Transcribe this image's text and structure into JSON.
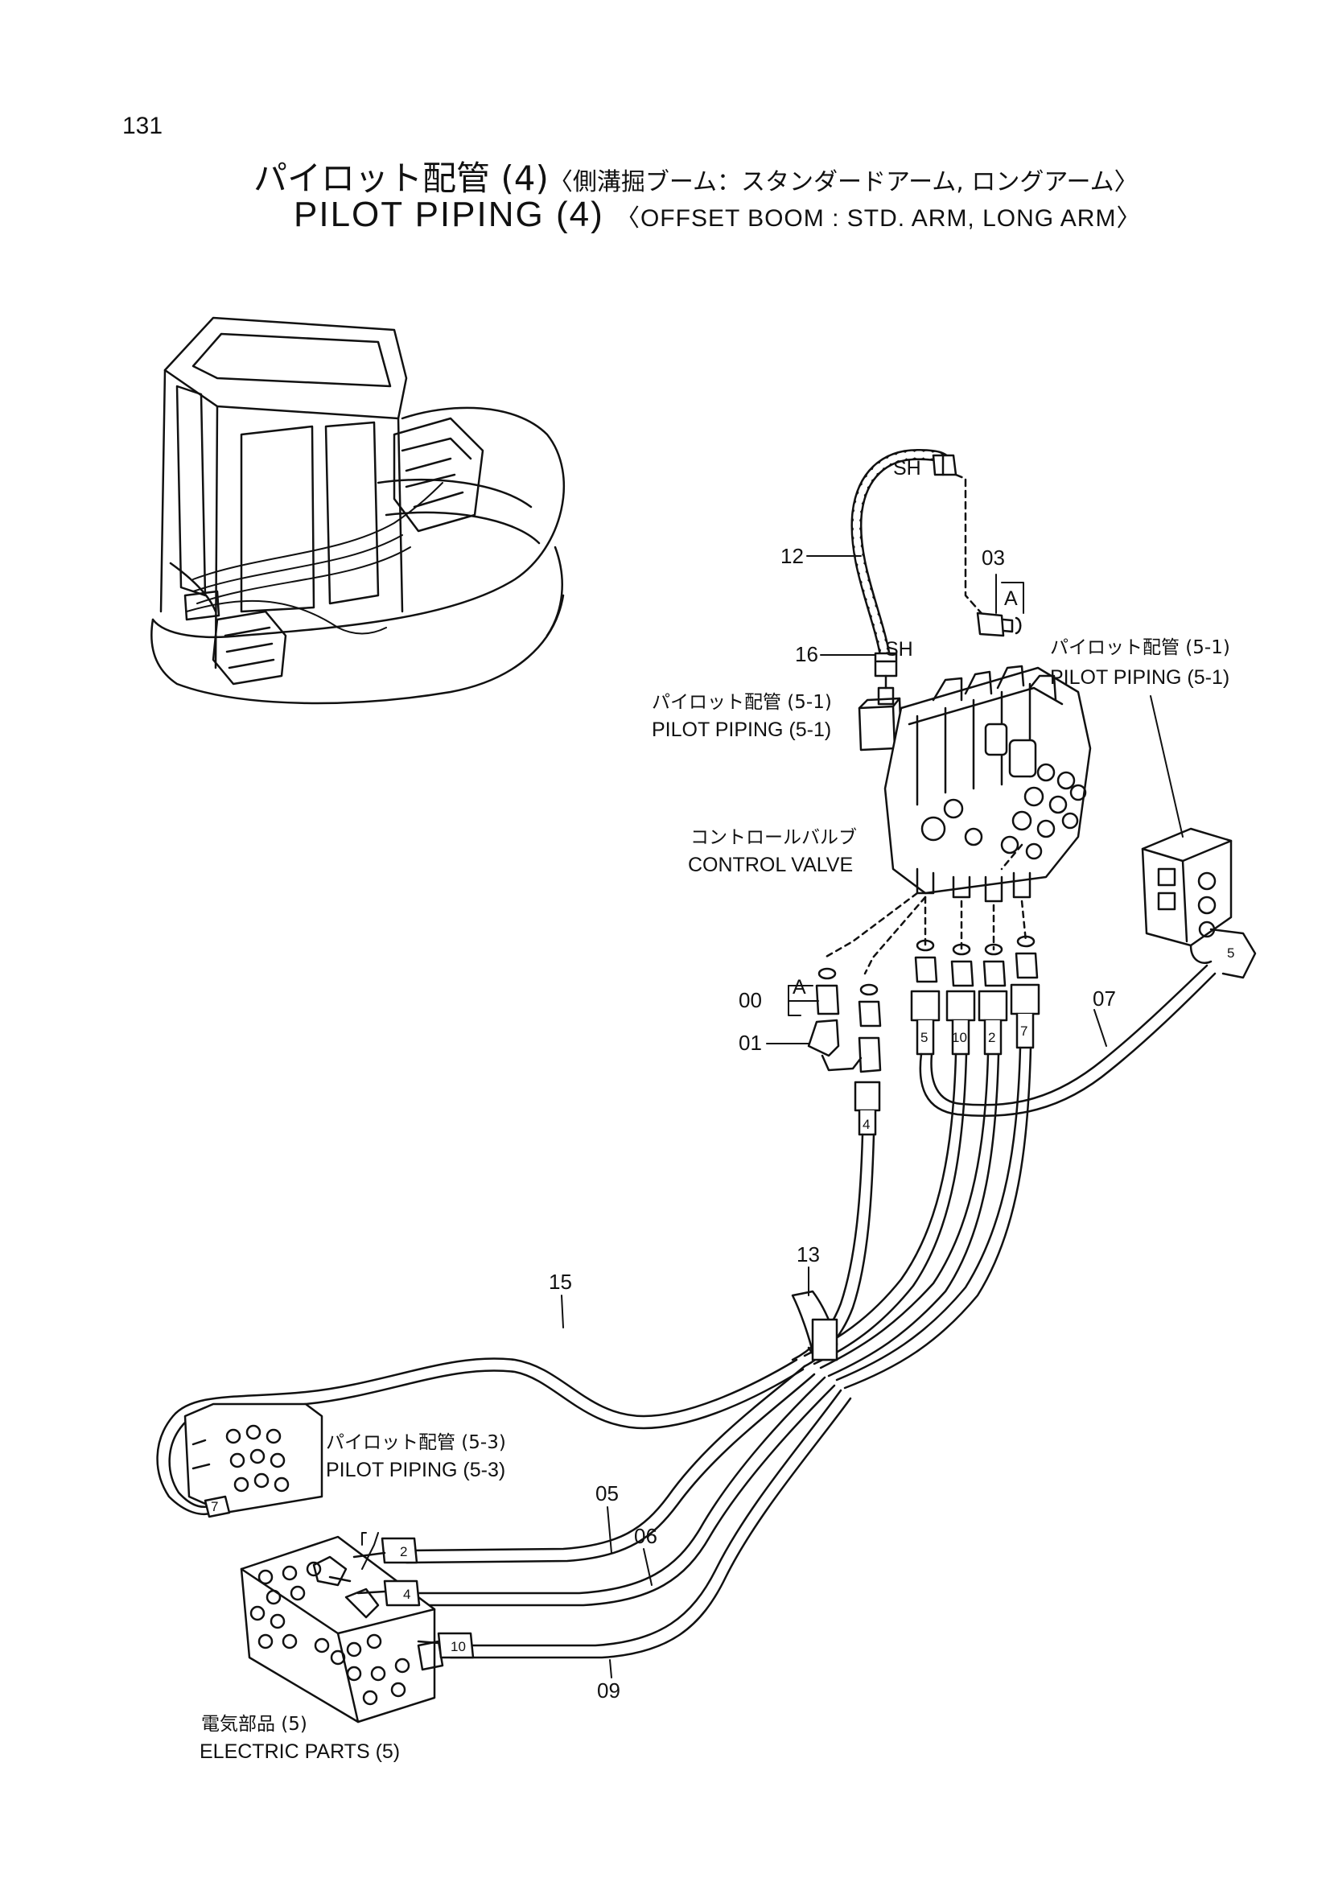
{
  "page_number": "131",
  "title": {
    "jp_main": "パイロット配管 (4)",
    "jp_sub": "〈側溝掘ブーム：スタンダードアーム, ロングアーム〉",
    "en_main": "PILOT  PIPING  (4)",
    "en_sub": "〈OFFSET BOOM : STD. ARM, LONG  ARM〉"
  },
  "references": {
    "pilot_5_1_upper": {
      "jp": "パイロット配管 (5-1)",
      "en": "PILOT  PIPING  (5-1)"
    },
    "pilot_5_1_left": {
      "jp": "パイロット配管 (5-1)",
      "en": "PILOT  PIPING  (5-1)"
    },
    "control_valve": {
      "jp": "コントロールバルブ",
      "en": "CONTROL  VALVE"
    },
    "pilot_5_3": {
      "jp": "パイロット配管 (5-3)",
      "en": "PILOT  PIPING  (5-3)"
    },
    "electric_parts": {
      "jp": "電気部品 (5)",
      "en": "ELECTRIC  PARTS  (5)"
    }
  },
  "callouts": {
    "c12": "12",
    "c16": "16",
    "c03": "03",
    "c00": "00",
    "c01": "01",
    "c07": "07",
    "c15": "15",
    "c13": "13",
    "c05": "05",
    "c06": "06",
    "c09": "09"
  },
  "markers": {
    "a_upper": "A",
    "a_lower": "A",
    "sh_top": "SH",
    "sh_bottom": "SH"
  },
  "hose_tags": {
    "t5": "5",
    "t10": "10",
    "t2": "2",
    "t7": "7",
    "t4": "4",
    "t5_right": "5",
    "t7_left": "7",
    "t2_left": "2",
    "t4_left": "4",
    "t10_left": "10"
  }
}
